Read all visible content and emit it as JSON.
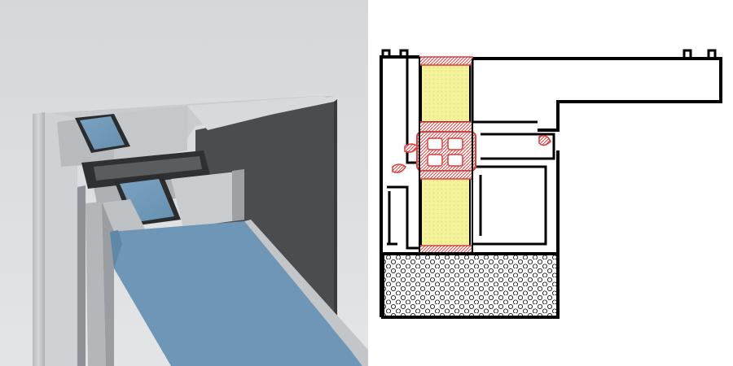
{
  "panels": [
    {
      "id": "render-3d",
      "kind": "3d-render",
      "description_visible": false,
      "colors": {
        "background_top": "#d9dadc",
        "background_bottom": "#e3e4e6",
        "aluminium": "#c4c7ca",
        "aluminium_shadow": "#9ea2a6",
        "dark_profile": "#4a4b4e",
        "glass": "#6f98b8",
        "glass_dark": "#4f7897",
        "gasket": "#2b2c2e"
      }
    },
    {
      "id": "cross-section",
      "kind": "technical-section-drawing",
      "colors": {
        "outline": "#000000",
        "insulation_fill": "#f4f29a",
        "thermal_break": "#e23b3b",
        "hatch_fill": "#ffffff"
      }
    }
  ]
}
